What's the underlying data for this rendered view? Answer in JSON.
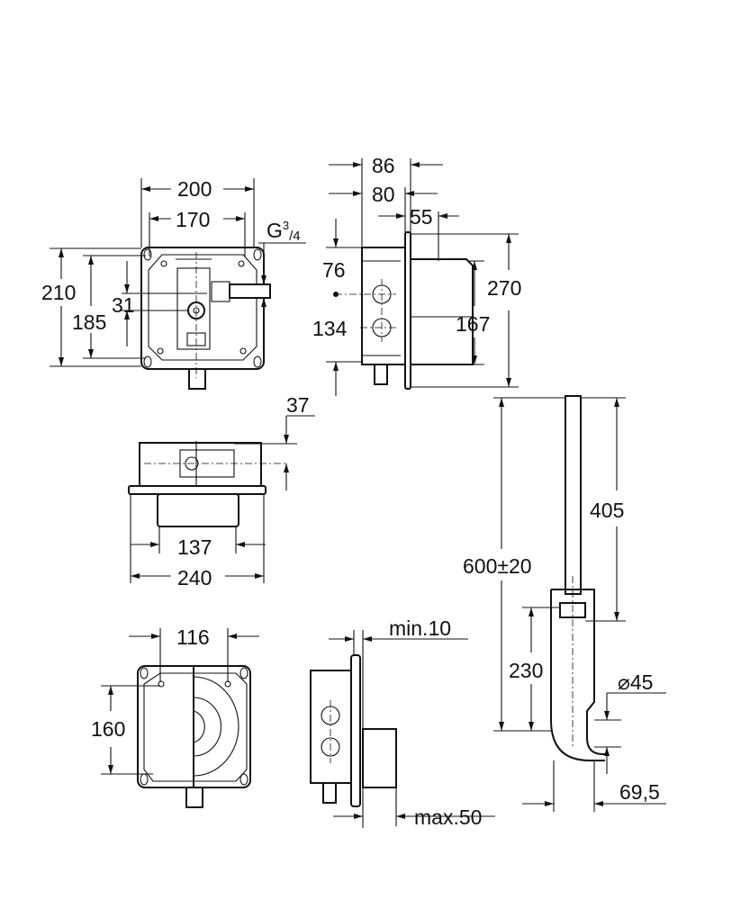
{
  "front_view": {
    "width_outer": "200",
    "width_holes": "170",
    "thread_prefix": "G",
    "thread_num": "3",
    "thread_den": "/4",
    "height_outer": "210",
    "height_holes": "185",
    "offset": "31"
  },
  "side_view": {
    "depth_total": "86",
    "depth_box": "80",
    "cover_depth": "55",
    "top_offset": "76",
    "bottom_offset": "134",
    "height_flange": "270",
    "height_cover": "167"
  },
  "top_view": {
    "pipe_offset": "37",
    "inner_width": "137",
    "flange_width": "240"
  },
  "pipe_view": {
    "total_length": "600±20",
    "upper_length": "405",
    "lower_length": "230",
    "diameter": "⌀45",
    "offset": "69,5"
  },
  "rear_view": {
    "hole_spacing": "116",
    "hole_height": "160"
  },
  "install_view": {
    "min_gap": "min.10",
    "max_depth": "max.50"
  }
}
